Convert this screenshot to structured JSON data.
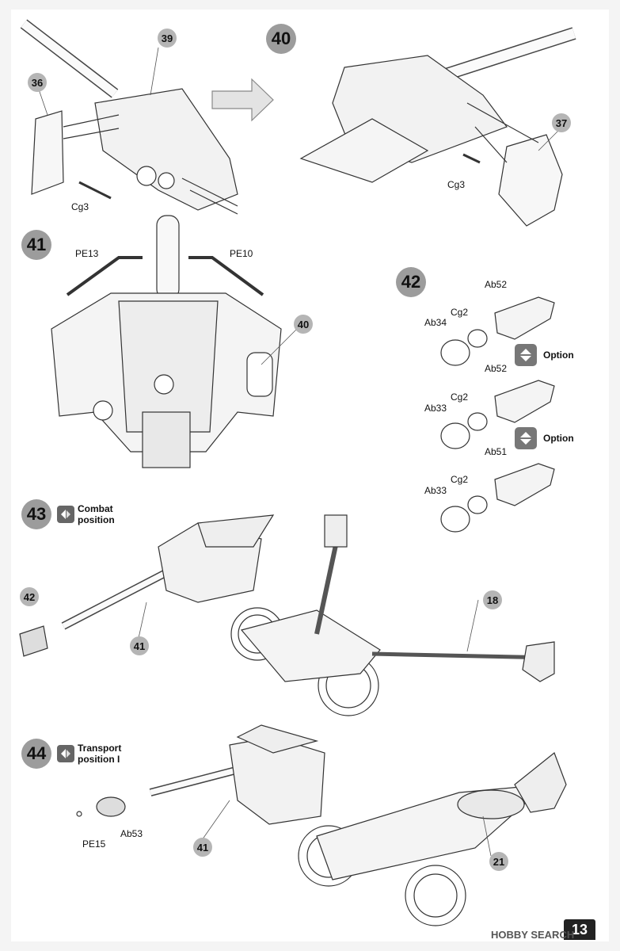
{
  "steps": {
    "s39": "39",
    "s40": "40",
    "s41": "41",
    "s42": "42",
    "s43": "43",
    "s44": "44"
  },
  "refs": {
    "r36": "36",
    "r37": "37",
    "r40": "40",
    "r42": "42",
    "r41a": "41",
    "r18": "18",
    "r41b": "41",
    "r21": "21"
  },
  "parts": {
    "cg3_left": "Cg3",
    "cg3_right": "Cg3",
    "pe13": "PE13",
    "pe10": "PE10",
    "ab52_a": "Ab52",
    "cg2_a": "Cg2",
    "ab34": "Ab34",
    "ab52_b": "Ab52",
    "cg2_b": "Cg2",
    "ab33_a": "Ab33",
    "ab51": "Ab51",
    "cg2_c": "Cg2",
    "ab33_b": "Ab33",
    "pe15": "PE15",
    "ab53": "Ab53"
  },
  "options": {
    "first": "Option",
    "second": "Option"
  },
  "modes": {
    "combat_line1": "Combat",
    "combat_line2": "position",
    "transport_line1": "Transport",
    "transport_line2": "position I"
  },
  "page_number": "13",
  "watermark": "HOBBY SEARCH",
  "icons": [
    "arrow-right-icon",
    "option-swap-icon",
    "mode-toggle-icon"
  ]
}
